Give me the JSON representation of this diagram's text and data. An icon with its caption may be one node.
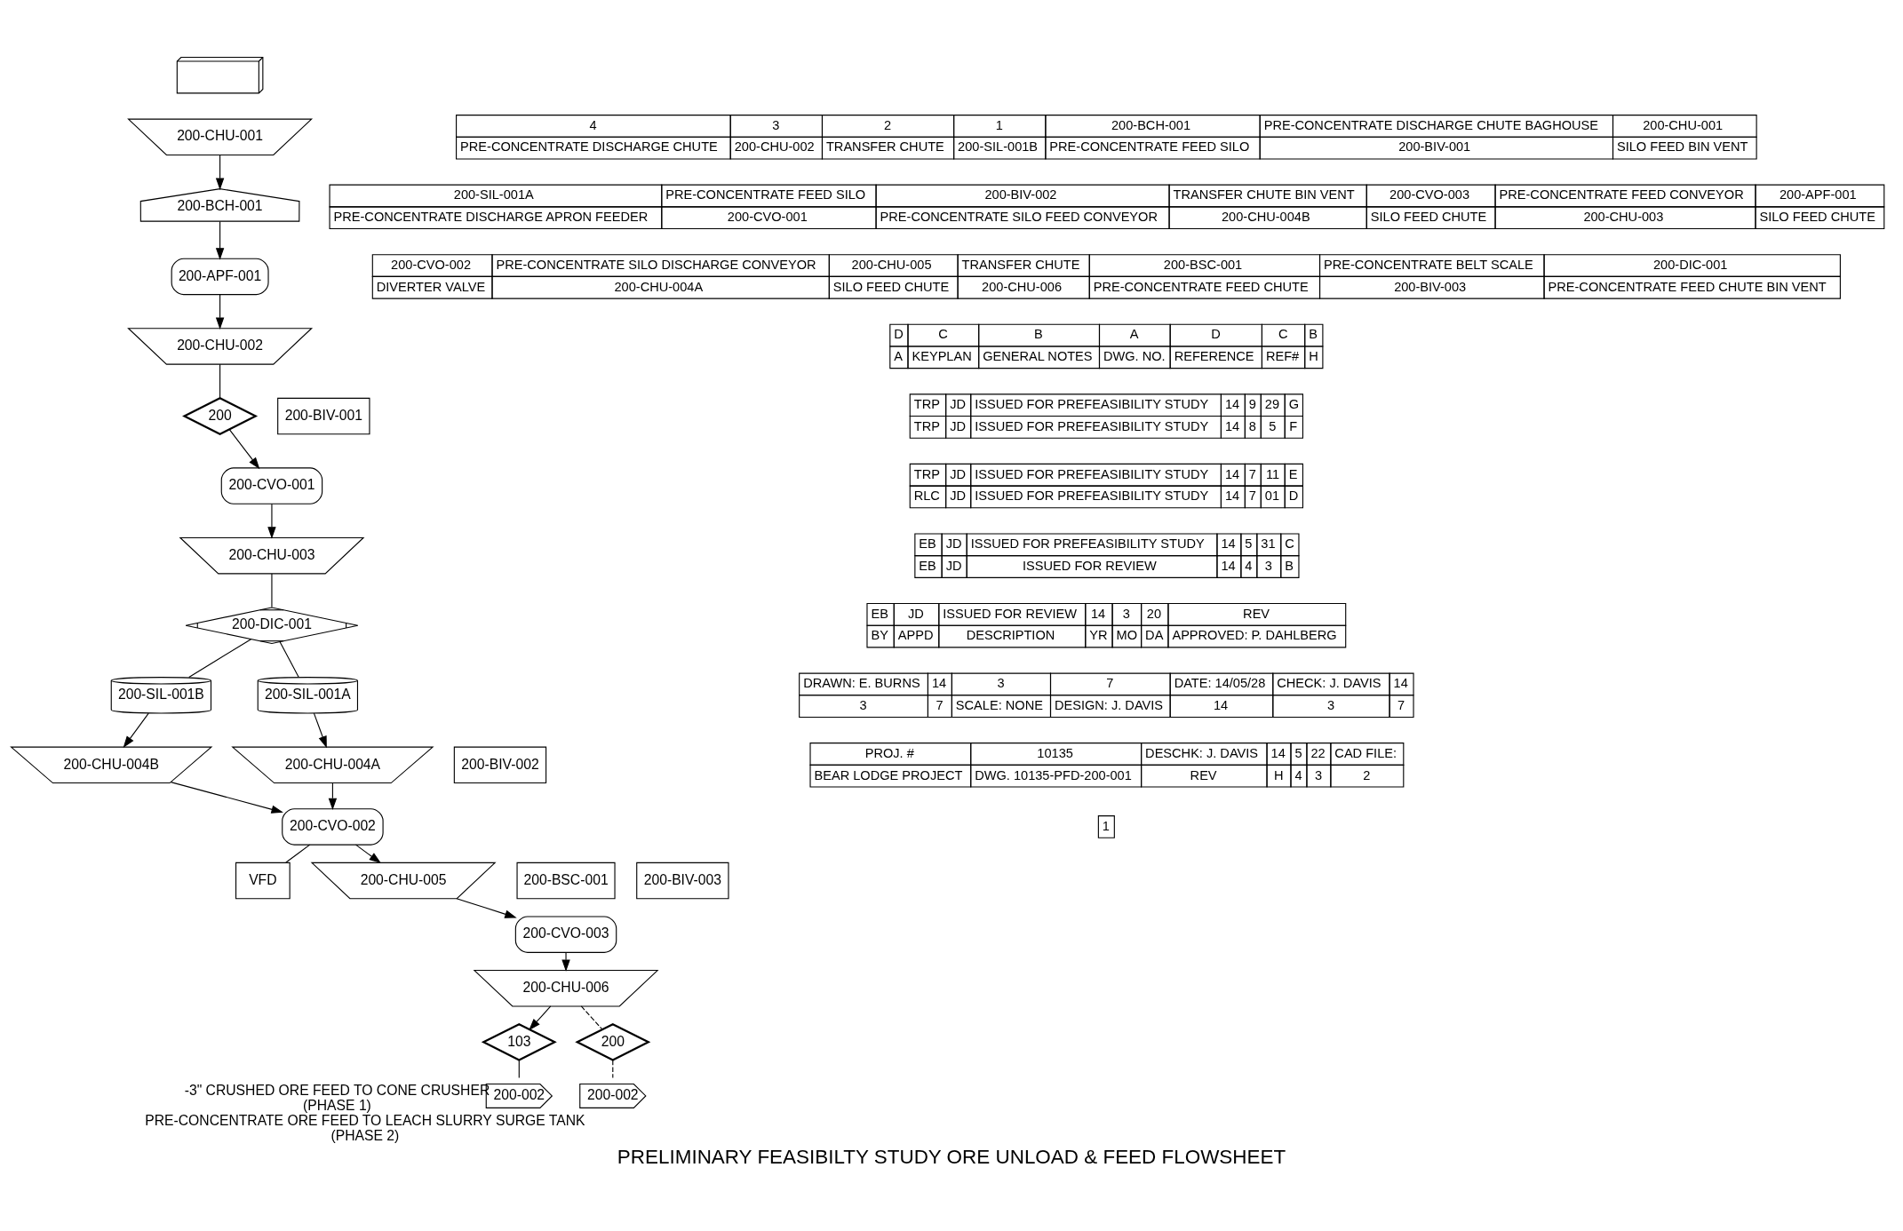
{
  "diagram": {
    "title": "PRELIMINARY FEASIBILTY STUDY ORE UNLOAD & FEED FLOWSHEET",
    "nodes": [
      {
        "text": [],
        "shape": "picture"
      },
      {
        "text": [
          "200-CHU-001"
        ]
      },
      {
        "text": [
          "200-BCH-001"
        ]
      },
      {
        "text": [
          "200-APF-001"
        ]
      },
      {
        "text": [
          "200-CHU-002"
        ]
      },
      {
        "text": [
          "200"
        ]
      },
      {
        "text": [
          "200-CVO-001"
        ]
      },
      {
        "text": [
          "200-BIV-001"
        ]
      },
      {
        "text": [
          "200-CHU-003"
        ]
      },
      {
        "text": [
          "200-DIC-001"
        ]
      },
      {
        "text": [
          "200-SIL-001B"
        ]
      },
      {
        "text": [
          "200-SIL-001A"
        ]
      },
      {
        "text": [
          "200-CHU-004B"
        ]
      },
      {
        "text": [
          "200-CHU-004A"
        ]
      },
      {
        "text": [
          "200-CVO-002"
        ]
      },
      {
        "text": [
          "VFD"
        ]
      },
      {
        "text": [
          "200-BIV-002"
        ]
      },
      {
        "text": [
          "200-CHU-005"
        ]
      },
      {
        "text": [
          "200-CVO-003"
        ]
      },
      {
        "text": [
          "200-BSC-001"
        ]
      },
      {
        "text": [
          "200-BIV-003"
        ]
      },
      {
        "text": [
          "200-CHU-006"
        ]
      },
      {
        "text": [
          "103"
        ]
      },
      {
        "text": [
          "200-002"
        ],
        "beside": [
          "-3\" CRUSHED ORE FEED TO CONE CRUSHER",
          "(PHASE 1)"
        ]
      },
      {
        "text": [
          "200"
        ]
      },
      {
        "text": [
          "200-002"
        ],
        "beside": [
          "PRE-CONCENTRATE ORE FEED TO LEACH SLURRY SURGE TANK",
          "(PHASE 2)"
        ]
      }
    ],
    "edges": [
      {
        "from": 1,
        "to": 2,
        "arrow": "to"
      },
      {
        "from": 2,
        "to": 3,
        "arrow": "to"
      },
      {
        "from": 3,
        "to": 4,
        "arrow": "to"
      },
      {
        "from": 4,
        "to": 5,
        "arrow": "none"
      },
      {
        "from": 5,
        "to": 6,
        "arrow": "to"
      },
      {
        "from": 6,
        "to": 8,
        "arrow": "to"
      },
      {
        "from": 8,
        "to": 9,
        "arrow": "none"
      },
      {
        "from": 9,
        "to": 10,
        "arrow": "none"
      },
      {
        "from": 9,
        "to": 11,
        "arrow": "none"
      },
      {
        "from": 10,
        "to": 12,
        "arrow": "to"
      },
      {
        "from": 11,
        "to": 13,
        "arrow": "to"
      },
      {
        "from": 12,
        "to": 14,
        "arrow": "to"
      },
      {
        "from": 13,
        "to": 14,
        "arrow": "to"
      },
      {
        "from": 14,
        "to": 15,
        "arrow": "none"
      },
      {
        "from": 14,
        "to": 17,
        "arrow": "to"
      },
      {
        "from": 17,
        "to": 18,
        "arrow": "to"
      },
      {
        "from": 18,
        "to": 21,
        "arrow": "to"
      },
      {
        "from": 21,
        "to": 22,
        "arrow": "to"
      },
      {
        "from": 22,
        "to": 23,
        "arrow": "none"
      },
      {
        "from": 21,
        "to": 24,
        "arrow": "none",
        "style": "dashed"
      },
      {
        "from": 24,
        "to": 25,
        "arrow": "none",
        "style": "dashed"
      }
    ],
    "labels": [
      "4",
      "3",
      "2",
      "1",
      "200-BCH-001",
      "PRE-CONCENTRATE DISCHARGE CHUTE BAGHOUSE",
      "200-CHU-001",
      "PRE-CONCENTRATE DISCHARGE CHUTE",
      "200-CHU-002",
      "TRANSFER CHUTE",
      "200-SIL-001B",
      "PRE-CONCENTRATE FEED SILO",
      "200-BIV-001",
      "SILO FEED BIN VENT",
      "200-SIL-001A",
      "PRE-CONCENTRATE FEED SILO",
      "200-BIV-002",
      "TRANSFER CHUTE BIN VENT",
      "200-CVO-003",
      "PRE-CONCENTRATE FEED CONVEYOR",
      "200-APF-001",
      "PRE-CONCENTRATE DISCHARGE APRON FEEDER",
      "200-CVO-001",
      "PRE-CONCENTRATE SILO FEED CONVEYOR",
      "200-CHU-004B",
      "SILO FEED CHUTE",
      "200-CHU-003",
      "SILO FEED CHUTE",
      "200-CVO-002",
      "PRE-CONCENTRATE SILO DISCHARGE CONVEYOR",
      "200-CHU-005",
      "TRANSFER CHUTE",
      "200-BSC-001",
      "PRE-CONCENTRATE BELT SCALE",
      "200-DIC-001",
      "DIVERTER VALVE",
      "200-CHU-004A",
      "SILO FEED CHUTE",
      "200-CHU-006",
      "PRE-CONCENTRATE FEED CHUTE",
      "200-BIV-003",
      "PRE-CONCENTRATE FEED CHUTE BIN VENT",
      "D",
      "C",
      "B",
      "A",
      "D",
      "C",
      "B",
      "A",
      "KEYPLAN",
      "GENERAL NOTES",
      "DWG. NO.",
      "REFERENCE",
      "REF#",
      "H",
      "TRP",
      "JD",
      "ISSUED FOR PREFEASIBILITY STUDY",
      "14",
      "9",
      "29",
      "G",
      "TRP",
      "JD",
      "ISSUED FOR PREFEASIBILITY STUDY",
      "14",
      "8",
      "5",
      "F",
      "TRP",
      "JD",
      "ISSUED FOR PREFEASIBILITY STUDY",
      "14",
      "7",
      "11",
      "E",
      "RLC",
      "JD",
      "ISSUED FOR PREFEASIBILITY STUDY",
      "14",
      "7",
      "01",
      "D",
      "EB",
      "JD",
      "ISSUED FOR PREFEASIBILITY STUDY",
      "14",
      "5",
      "31",
      "C",
      "EB",
      "JD",
      "ISSUED FOR REVIEW",
      "14",
      "4",
      "3",
      "B",
      "EB",
      "JD",
      "ISSUED FOR REVIEW",
      "14",
      "3",
      "20",
      "REV",
      "BY",
      "APPD",
      "DESCRIPTION",
      "YR",
      "MO",
      "DA",
      "APPROVED: P. DAHLBERG",
      "DRAWN: E. BURNS",
      "14",
      "3",
      "7",
      "DATE: 14/05/28",
      "CHECK: J. DAVIS",
      "14",
      "3",
      "7",
      "SCALE: NONE",
      "DESIGN: J. DAVIS",
      "14",
      "3",
      "7",
      "PROJ. #",
      "10135",
      "DESCHK: J. DAVIS",
      "14",
      "5",
      "22",
      "CAD FILE:",
      "BEAR LODGE PROJECT",
      "DWG. 10135-PFD-200-001",
      "REV",
      "H",
      "4",
      "3",
      "2",
      "1"
    ]
  }
}
